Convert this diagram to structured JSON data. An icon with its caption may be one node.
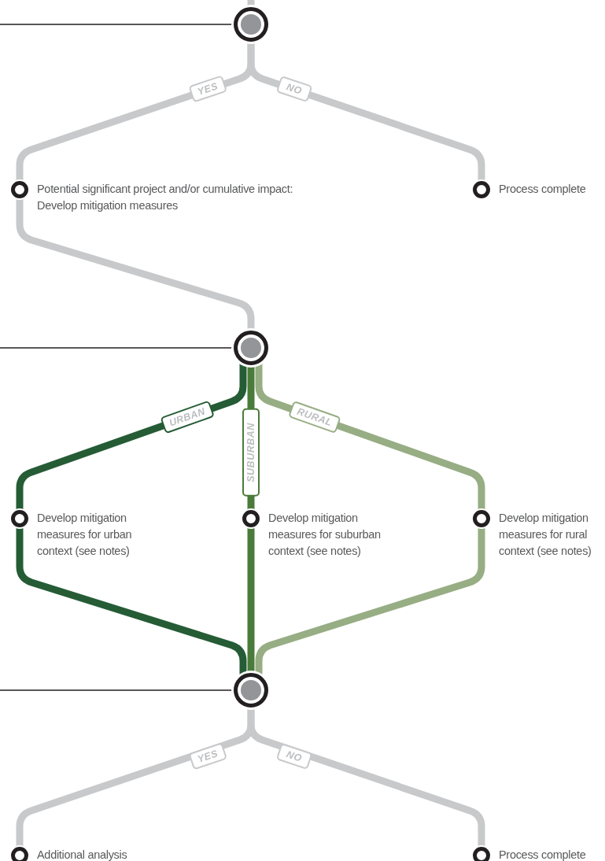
{
  "diagram": {
    "nodes": [
      {
        "text": [],
        "shape": "circle"
      },
      {
        "text": [
          "Potential significant project and/or cumulative impact: Develop mitigation measures"
        ]
      },
      {
        "text": [
          "Process complete"
        ]
      },
      {
        "text": [],
        "shape": "circle"
      },
      {
        "text": [
          "Develop mitigation measures for urban context (see notes)"
        ]
      },
      {
        "text": [
          "Develop mitigation measures for suburban context (see notes)"
        ]
      },
      {
        "text": [
          "Develop mitigation measures for rural context (see notes)"
        ]
      },
      {
        "text": [],
        "shape": "circle"
      },
      {
        "text": [
          "Additional analysis"
        ]
      },
      {
        "text": [
          "Process complete"
        ]
      }
    ],
    "edges": [
      {
        "from": null,
        "to": 0,
        "arrow": "none"
      },
      {
        "from": null,
        "to": 0,
        "arrow": "none",
        "color": "#231f20"
      },
      {
        "from": 0,
        "to": 1,
        "arrow": "none",
        "label": "YES"
      },
      {
        "from": 0,
        "to": 2,
        "arrow": "none",
        "label": "NO"
      },
      {
        "from": 1,
        "to": 3,
        "arrow": "none"
      },
      {
        "from": null,
        "to": 3,
        "arrow": "none",
        "color": "#231f20"
      },
      {
        "from": 3,
        "to": 4,
        "arrow": "none",
        "label": "URBAN",
        "color": "#255c35"
      },
      {
        "from": 3,
        "to": 5,
        "arrow": "none",
        "label": "SUBURBAN",
        "color": "#4a7b3a"
      },
      {
        "from": 3,
        "to": 6,
        "arrow": "none",
        "label": "RURAL",
        "color": "#97ad84"
      },
      {
        "from": 4,
        "to": 7,
        "arrow": "none",
        "color": "#255c35"
      },
      {
        "from": 5,
        "to": 7,
        "arrow": "none",
        "color": "#4a7b3a"
      },
      {
        "from": 6,
        "to": 7,
        "arrow": "none",
        "color": "#97ad84"
      },
      {
        "from": null,
        "to": 7,
        "arrow": "none",
        "color": "#231f20"
      },
      {
        "from": 7,
        "to": 8,
        "arrow": "none",
        "label": "YES"
      },
      {
        "from": 7,
        "to": 9,
        "arrow": "none",
        "label": "NO"
      }
    ]
  }
}
